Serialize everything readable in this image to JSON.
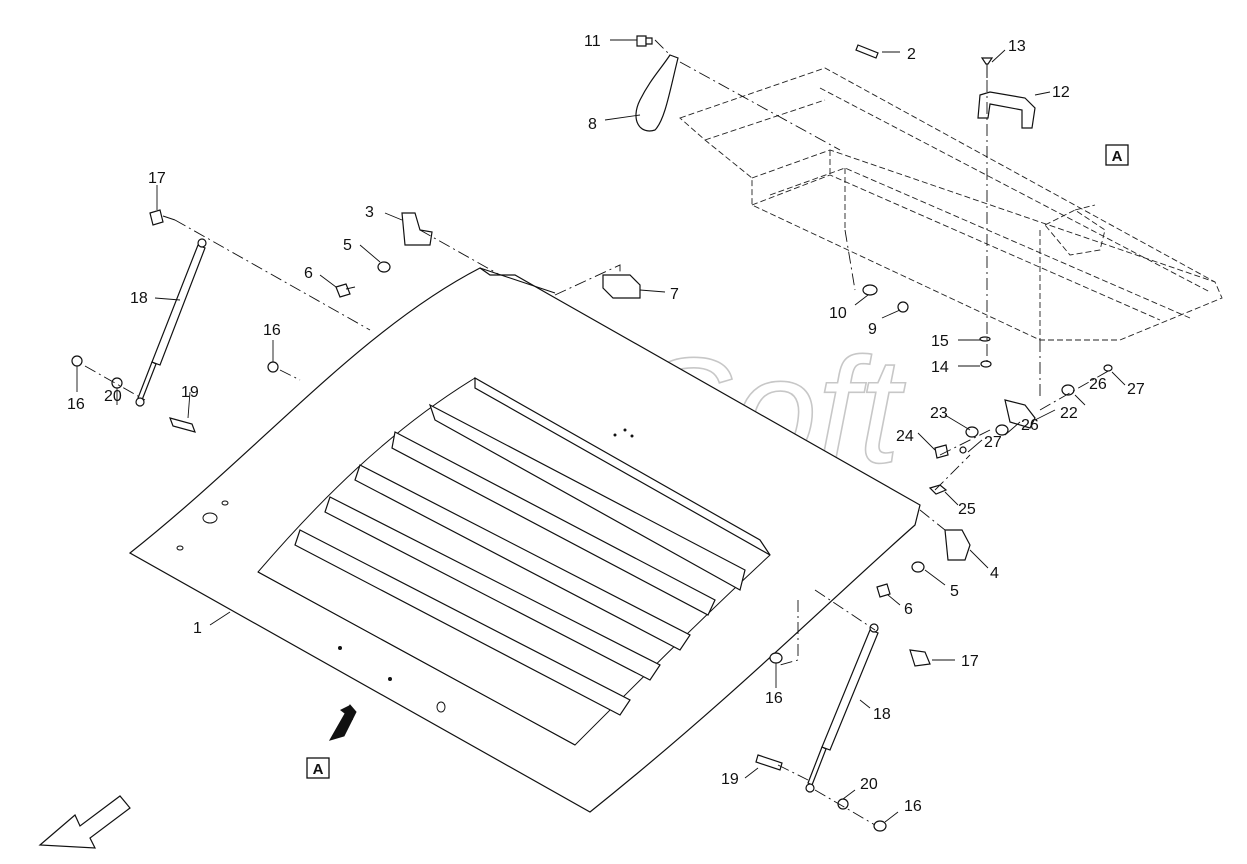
{
  "diagram": {
    "view_label": "A",
    "watermark": "AutoSoft",
    "callouts": [
      {
        "id": "c1",
        "label": "1"
      },
      {
        "id": "c2",
        "label": "2"
      },
      {
        "id": "c3",
        "label": "3"
      },
      {
        "id": "c4",
        "label": "4"
      },
      {
        "id": "c5a",
        "label": "5"
      },
      {
        "id": "c5b",
        "label": "5"
      },
      {
        "id": "c6a",
        "label": "6"
      },
      {
        "id": "c6b",
        "label": "6"
      },
      {
        "id": "c7",
        "label": "7"
      },
      {
        "id": "c8",
        "label": "8"
      },
      {
        "id": "c9",
        "label": "9"
      },
      {
        "id": "c10",
        "label": "10"
      },
      {
        "id": "c11",
        "label": "11"
      },
      {
        "id": "c12",
        "label": "12"
      },
      {
        "id": "c13",
        "label": "13"
      },
      {
        "id": "c14",
        "label": "14"
      },
      {
        "id": "c15",
        "label": "15"
      },
      {
        "id": "c16a",
        "label": "16"
      },
      {
        "id": "c16b",
        "label": "16"
      },
      {
        "id": "c16c",
        "label": "16"
      },
      {
        "id": "c16d",
        "label": "16"
      },
      {
        "id": "c17a",
        "label": "17"
      },
      {
        "id": "c17b",
        "label": "17"
      },
      {
        "id": "c18a",
        "label": "18"
      },
      {
        "id": "c18b",
        "label": "18"
      },
      {
        "id": "c19a",
        "label": "19"
      },
      {
        "id": "c19b",
        "label": "19"
      },
      {
        "id": "c20a",
        "label": "20"
      },
      {
        "id": "c20b",
        "label": "20"
      },
      {
        "id": "c22",
        "label": "22"
      },
      {
        "id": "c23",
        "label": "23"
      },
      {
        "id": "c24",
        "label": "24"
      },
      {
        "id": "c25",
        "label": "25"
      },
      {
        "id": "c26a",
        "label": "26"
      },
      {
        "id": "c26b",
        "label": "26"
      },
      {
        "id": "c27a",
        "label": "27"
      },
      {
        "id": "c27b",
        "label": "27"
      }
    ]
  }
}
